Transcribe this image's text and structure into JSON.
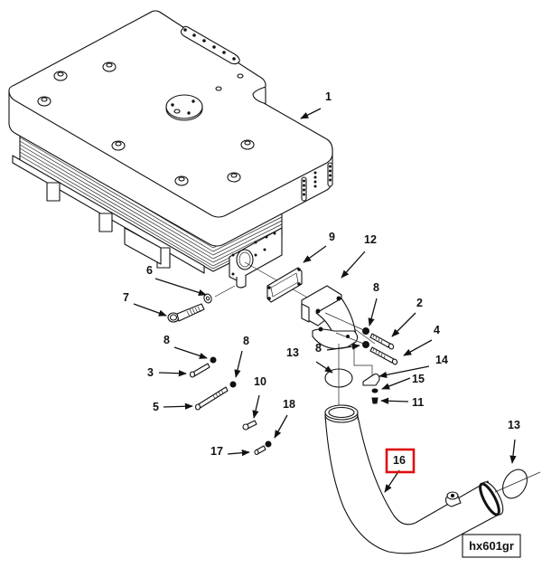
{
  "figure": {
    "id_label": "hx601gr",
    "title": "Heat exchanger assembly exploded view",
    "highlighted_callout": "16",
    "highlight_color": "#e01010"
  },
  "callouts": [
    {
      "id": "c1",
      "label": "1",
      "part": "heat exchanger"
    },
    {
      "id": "c2",
      "label": "2",
      "part": "bolt"
    },
    {
      "id": "c3",
      "label": "3",
      "part": "bolt"
    },
    {
      "id": "c4",
      "label": "4",
      "part": "bolt"
    },
    {
      "id": "c5",
      "label": "5",
      "part": "bolt"
    },
    {
      "id": "c6",
      "label": "6",
      "part": "washer"
    },
    {
      "id": "c7",
      "label": "7",
      "part": "bolt"
    },
    {
      "id": "c8a",
      "label": "8",
      "part": "lock washer"
    },
    {
      "id": "c8b",
      "label": "8",
      "part": "lock washer"
    },
    {
      "id": "c8c",
      "label": "8",
      "part": "lock washer"
    },
    {
      "id": "c8d",
      "label": "8",
      "part": "lock washer"
    },
    {
      "id": "c9",
      "label": "9",
      "part": "gasket"
    },
    {
      "id": "c10",
      "label": "10",
      "part": "screw"
    },
    {
      "id": "c11",
      "label": "11",
      "part": "screw"
    },
    {
      "id": "c12",
      "label": "12",
      "part": "elbow"
    },
    {
      "id": "c13a",
      "label": "13",
      "part": "o-ring"
    },
    {
      "id": "c13b",
      "label": "13",
      "part": "o-ring"
    },
    {
      "id": "c14",
      "label": "14",
      "part": "bracket"
    },
    {
      "id": "c15",
      "label": "15",
      "part": "washer"
    },
    {
      "id": "c16",
      "label": "16",
      "part": "tube"
    },
    {
      "id": "c17",
      "label": "17",
      "part": "screw"
    },
    {
      "id": "c18",
      "label": "18",
      "part": "washer"
    }
  ]
}
